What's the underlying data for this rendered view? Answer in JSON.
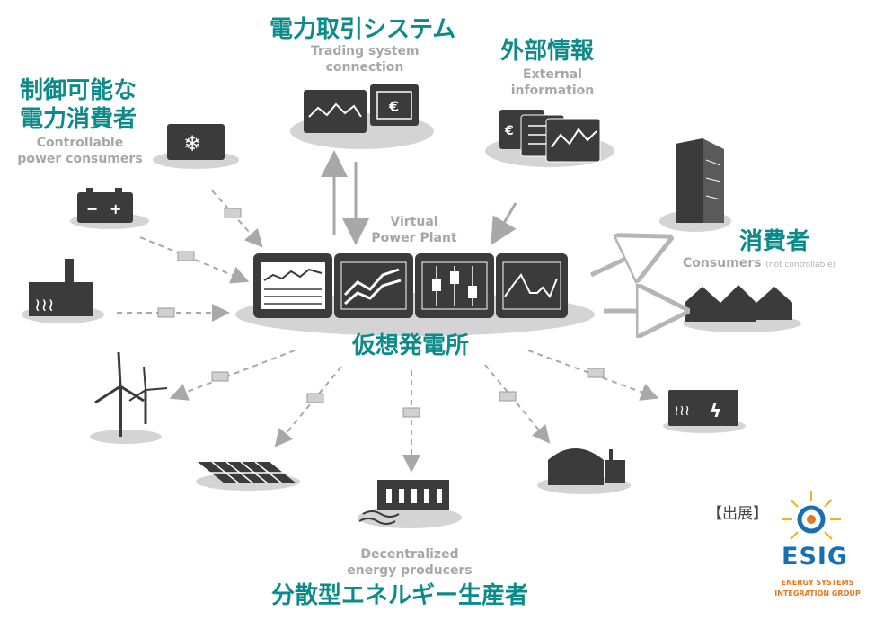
{
  "labels": {
    "trading_jp": "電力取引システム",
    "trading_en_1": "Trading system",
    "trading_en_2": "connection",
    "external_jp": "外部情報",
    "external_en_1": "External",
    "external_en_2": "information",
    "controllable_jp_1": "制御可能な",
    "controllable_jp_2": "電力消費者",
    "controllable_en_1": "Controllable",
    "controllable_en_2": "power consumers",
    "consumers_jp": "消費者",
    "consumers_en": "Consumers",
    "consumers_en_note": "(not controllable)",
    "vpp_en_1": "Virtual",
    "vpp_en_2": "Power Plant",
    "vpp_jp": "仮想発電所",
    "decentral_en_1": "Decentralized",
    "decentral_en_2": "energy producers",
    "decentral_jp": "分散型エネルギー生産者"
  },
  "source": {
    "prefix": "【出展】",
    "logo_word": "ESIG",
    "logo_sub_1": "ENERGY SYSTEMS",
    "logo_sub_2": "INTEGRATION GROUP"
  },
  "icons": {
    "fridge": "snowflake-icon",
    "battery": "battery-icon",
    "factory": "factory-icon",
    "wind": "wind-turbine-icon",
    "solar": "solar-panel-icon",
    "hydro": "hydro-plant-icon",
    "biogas": "biogas-tank-icon",
    "power_unit": "power-unit-icon",
    "office": "office-building-icon",
    "houses": "houses-icon",
    "external": "external-info-icon",
    "trading": "trading-chart-icon",
    "vpp": "vpp-screens-icon",
    "packet": "data-packet-icon"
  },
  "colors": {
    "accent_jp": "#0d8a8a",
    "label_en": "#a7a7a7",
    "icon_dark": "#3c3c3c",
    "shadow": "#d5d5d5",
    "esig_blue": "#1a6fb3",
    "esig_orange": "#e07a1f"
  }
}
